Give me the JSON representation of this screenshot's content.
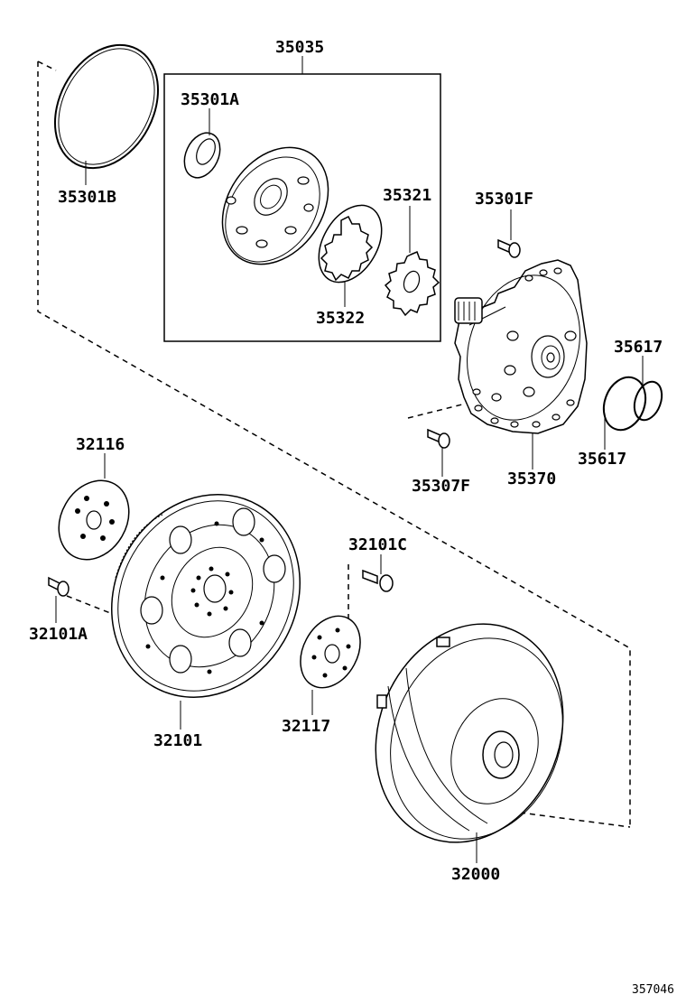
{
  "figure_number": "357046",
  "parts": {
    "p35035": "35035",
    "p35301A": "35301A",
    "p35301B": "35301B",
    "p35321": "35321",
    "p35322": "35322",
    "p35301F": "35301F",
    "p35617_top": "35617",
    "p35617_bottom": "35617",
    "p35307F": "35307F",
    "p35370": "35370",
    "p32116": "32116",
    "p32101C": "32101C",
    "p32101A": "32101A",
    "p32101": "32101",
    "p32117": "32117",
    "p32000": "32000"
  }
}
